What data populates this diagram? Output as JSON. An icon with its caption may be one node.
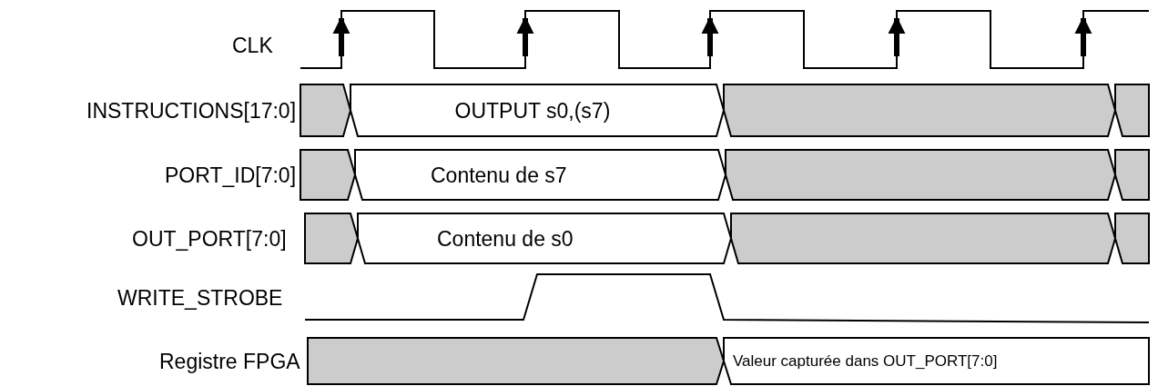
{
  "diagram": {
    "labels": [
      "CLK",
      "INSTRUCTIONS[17:0]",
      "OUTPUT s0,(s7)",
      "PORT_ID[7:0]",
      "Contenu de s7",
      "OUT_PORT[7:0]",
      "Contenu de s0",
      "WRITE_STROBE",
      "Registre FPGA",
      "Valeur capturée dans OUT_PORT[7:0]"
    ]
  }
}
